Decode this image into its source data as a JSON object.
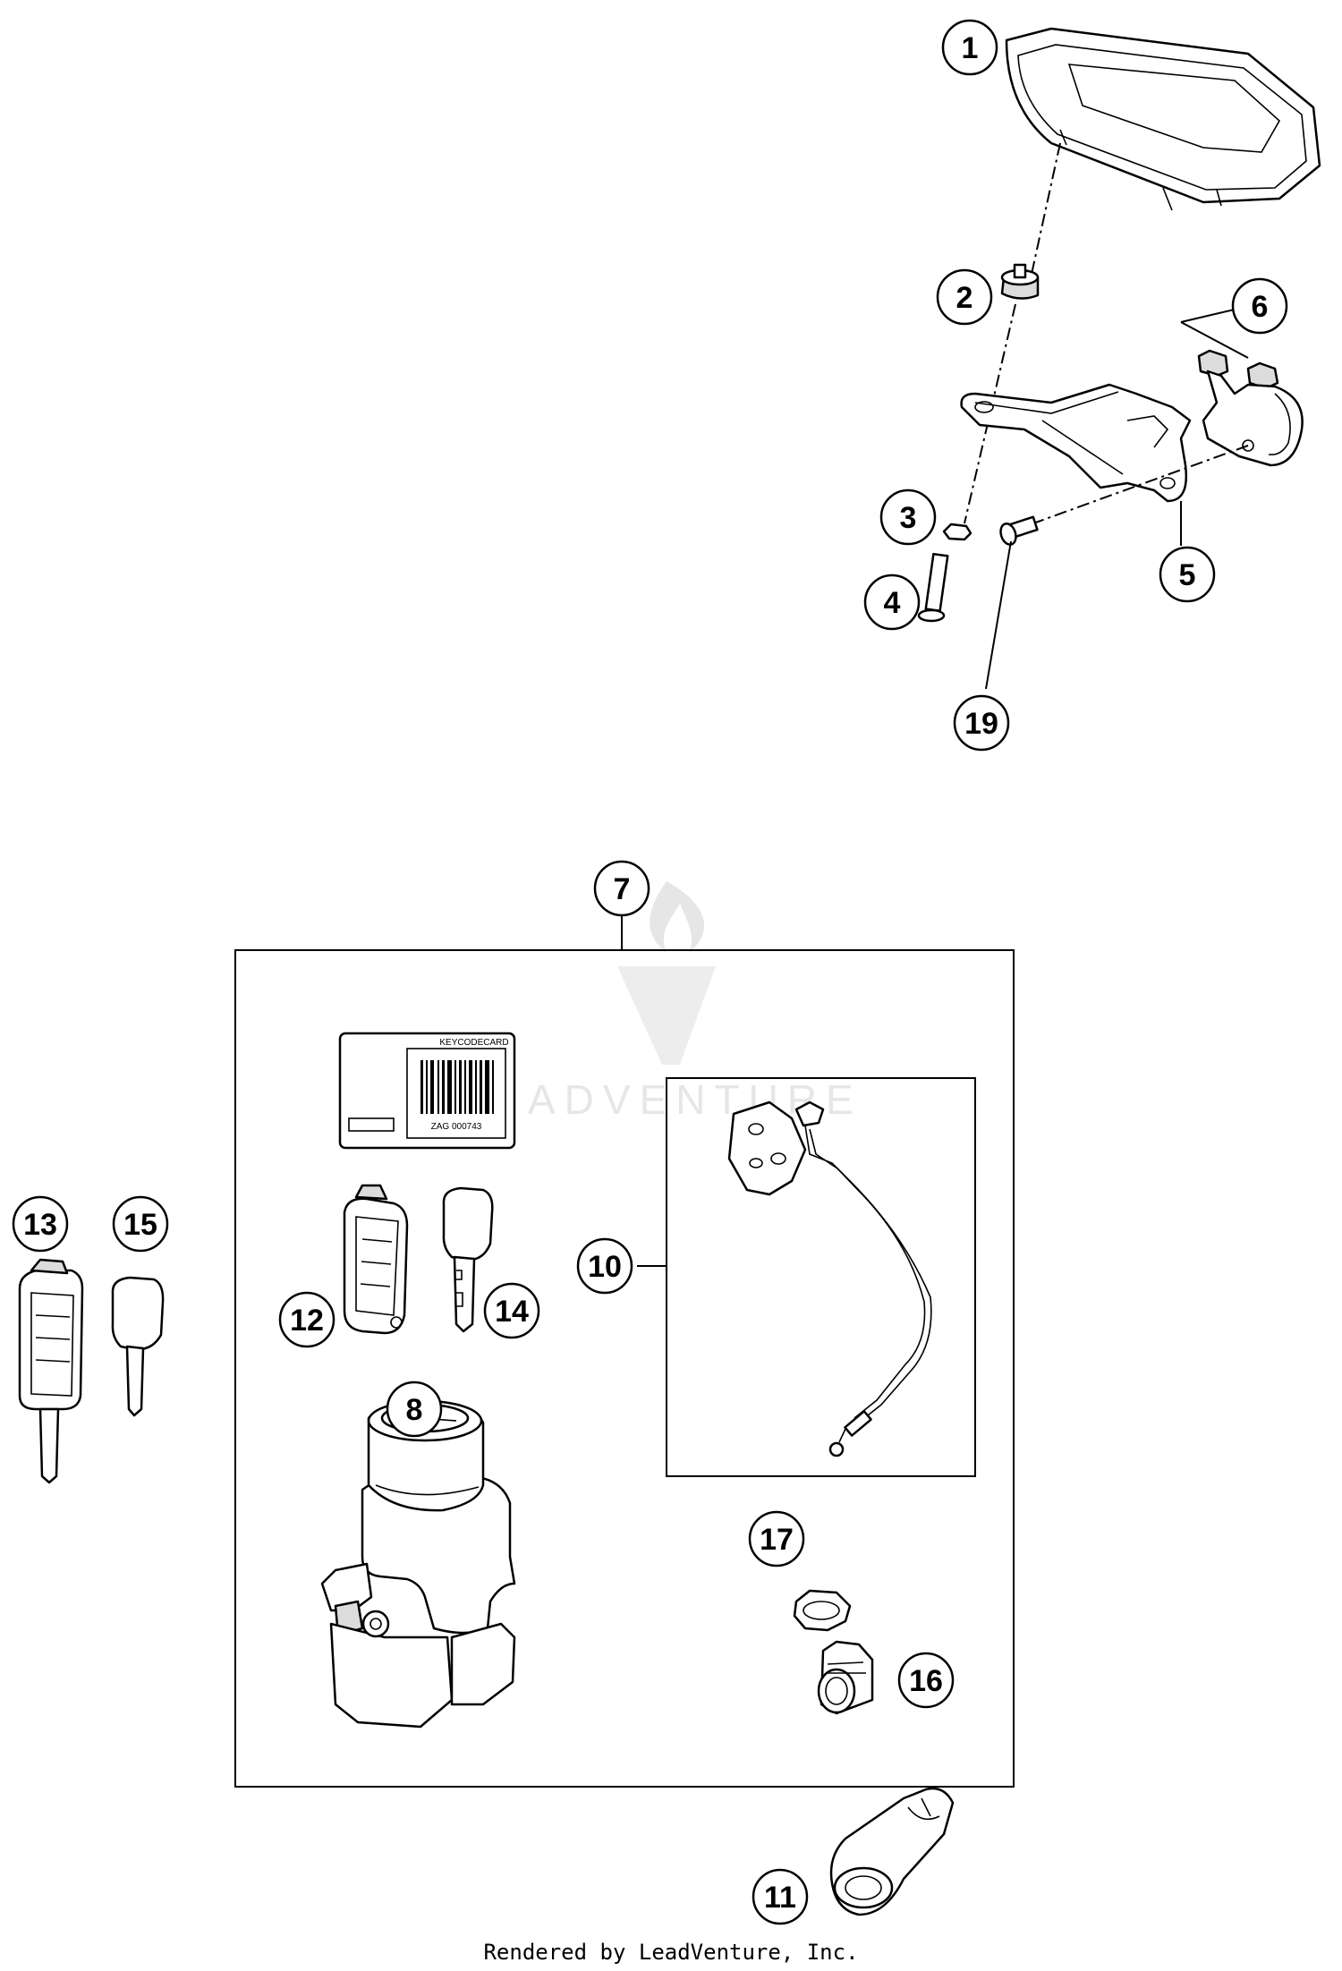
{
  "watermark_text": "ADVENTURE",
  "footer_text": "Rendered by LeadVenture, Inc.",
  "label_text": {
    "header": "KEYCODECARD",
    "code": "ZAG 000743"
  },
  "callouts": {
    "p1": "1",
    "p2": "2",
    "p3": "3",
    "p4": "4",
    "p5": "5",
    "p6": "6",
    "p7": "7",
    "p8": "8",
    "p10": "10",
    "p11": "11",
    "p12": "12",
    "p13": "13",
    "p14": "14",
    "p15": "15",
    "p16": "16",
    "p17": "17",
    "p19": "19"
  },
  "parts": {
    "p1": "instrument-cluster",
    "p2": "rubber-bushing",
    "p3": "washer",
    "p4": "screw",
    "p5": "cluster-bracket",
    "p6": "handlebar-clamp",
    "p7": "lock-set",
    "p8": "ignition-lock",
    "p10": "seat-lock-cable",
    "p11": "lock-cover",
    "p12": "key-fob",
    "p13": "key-fob",
    "p14": "key",
    "p15": "key",
    "p16": "lock-cylinder",
    "p17": "nut",
    "p19": "screw",
    "label": "key-code-card"
  }
}
